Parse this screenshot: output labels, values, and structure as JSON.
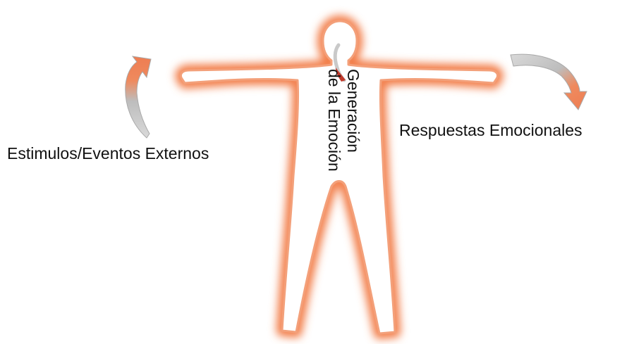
{
  "labels": {
    "external_stimuli": "Estimulos/Eventos Externos",
    "emotional_responses": "Respuestas Emocionales",
    "emotion_generation_line1": "Generación",
    "emotion_generation_line2": "de la Emoción"
  },
  "colors": {
    "glow": "#f27a45",
    "body_fill": "#ffffff",
    "arrow_orange": "#ee7d52",
    "arrow_gray": "#cfcfcf",
    "heart_red": "#c0392b"
  },
  "icons": {
    "left_arrow": "curved-arrow-up-icon",
    "right_arrow": "curved-arrow-down-icon",
    "body": "human-silhouette"
  }
}
